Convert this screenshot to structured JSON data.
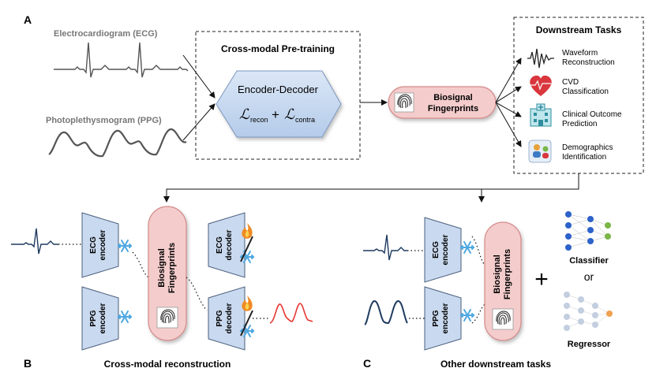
{
  "panels": {
    "a": "A",
    "b": "B",
    "c": "C"
  },
  "signals": {
    "ecg_label": "Electrocardiogram (ECG)",
    "ppg_label": "Photoplethysmogram (PPG)"
  },
  "pretraining": {
    "title": "Cross-modal Pre-training",
    "model": "Encoder-Decoder",
    "loss_main": "ℒ",
    "loss_sub1": "recon",
    "loss_plus": "+",
    "loss_sub2": "contra"
  },
  "fingerprints": {
    "label_line1": "Biosignal",
    "label_line2": "Fingerprints"
  },
  "downstream": {
    "title": "Downstream Tasks",
    "tasks": [
      {
        "line1": "Waveform",
        "line2": "Reconstruction",
        "icon": "waveform-icon"
      },
      {
        "line1": "CVD",
        "line2": "Classification",
        "icon": "heart-icon"
      },
      {
        "line1": "Clinical Outcome",
        "line2": "Prediction",
        "icon": "hospital-icon"
      },
      {
        "line1": "Demographics",
        "line2": "Identification",
        "icon": "demographics-icon"
      }
    ]
  },
  "panel_b": {
    "caption": "Cross-modal reconstruction",
    "ecg_encoder": [
      "ECG",
      "encoder"
    ],
    "ppg_encoder": [
      "PPG",
      "encoder"
    ],
    "ecg_decoder": [
      "ECG",
      "decoder"
    ],
    "ppg_decoder": [
      "PPG",
      "decoder"
    ],
    "fingerprints": [
      "Biosignal",
      "Fingerprints"
    ]
  },
  "panel_c": {
    "caption": "Other downstream tasks",
    "ecg_encoder": [
      "ECG",
      "encoder"
    ],
    "ppg_encoder": [
      "PPG",
      "encoder"
    ],
    "fingerprints": [
      "Biosignal",
      "Fingerprints"
    ],
    "plus": "+",
    "classifier": "Classifier",
    "or": "or",
    "regressor": "Regressor"
  },
  "colors": {
    "encoder_fill": "#c9d9ef",
    "fingerprint_fill": "#f4cccc",
    "fingerprint_stroke": "#d48a8a",
    "heart": "#d9363e",
    "fire": "#f08a24",
    "snow": "#4fa8e0",
    "classifier_node": "#2c62c9",
    "classifier_out": "#7ab648",
    "regressor_out": "#f0a050",
    "reconstruction": "#e53935"
  }
}
